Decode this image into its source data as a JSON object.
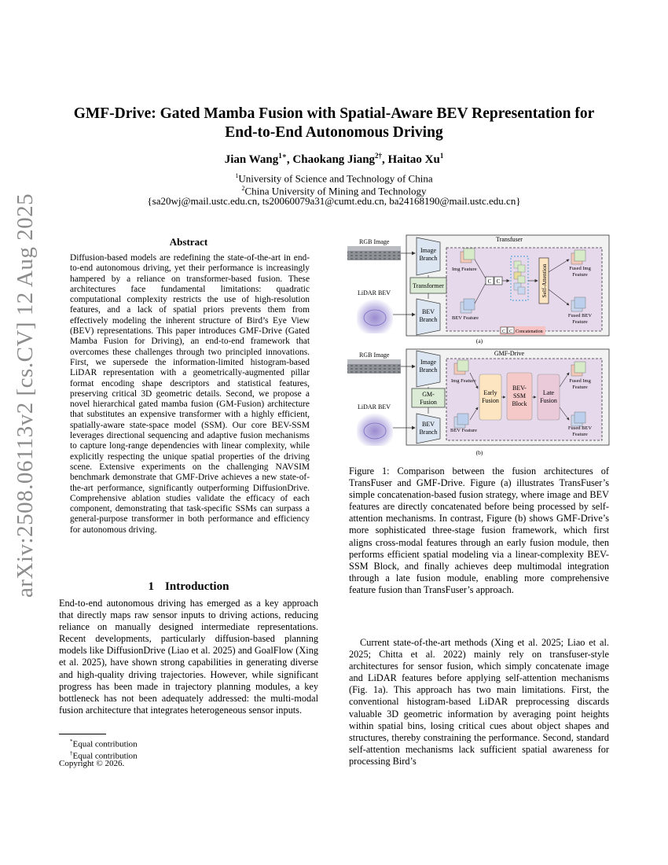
{
  "paper": {
    "title_line1": "GMF-Drive: Gated Mamba Fusion with Spatial-Aware BEV Representation for",
    "title_line2": "End-to-End Autonomous Driving",
    "authors": [
      {
        "name": "Jian Wang",
        "mark": "1∗"
      },
      {
        "name": "Chaokang Jiang",
        "mark": "2†"
      },
      {
        "name": "Haitao Xu",
        "mark": "1"
      }
    ],
    "affiliations": [
      {
        "mark": "1",
        "text": "University of Science and Technology of China"
      },
      {
        "mark": "2",
        "text": "China University of Mining and Technology"
      }
    ],
    "emails": "{sa20wj@mail.ustc.edu.cn, ts20060079a31@cumt.edu.cn, ba24168190@mail.ustc.edu.cn}",
    "arxiv_id": "arXiv:2508.06113v2  [cs.CV]  12 Aug 2025"
  },
  "abstract": {
    "heading": "Abstract",
    "text": "Diffusion-based models are redefining the state-of-the-art in end-to-end autonomous driving, yet their performance is increasingly hampered by a reliance on transformer-based fusion. These architectures face fundamental limitations: quadratic computational complexity restricts the use of high-resolution features, and a lack of spatial priors prevents them from effectively modeling the inherent structure of Bird’s Eye View (BEV) representations. This paper introduces GMF-Drive (Gated Mamba Fusion for Driving), an end-to-end framework that overcomes these challenges through two principled innovations. First, we supersede the information-limited histogram-based LiDAR representation with a geometrically-augmented pillar format encoding shape descriptors and statistical features, preserving critical 3D geometric details. Second, we propose a novel hierarchical gated mamba fusion (GM-Fusion) architecture that substitutes an expensive transformer with a highly efficient, spatially-aware state-space model (SSM). Our core BEV-SSM leverages directional sequencing and adaptive fusion mechanisms to capture long-range dependencies with linear complexity, while explicitly respecting the unique spatial properties of the driving scene. Extensive experiments on the challenging NAVSIM benchmark demonstrate that GMF-Drive achieves a new state-of-the-art performance, significantly outperforming DiffusionDrive. Comprehensive ablation studies validate the efficacy of each component, demonstrating that task-specific SSMs can surpass a general-purpose transformer in both performance and efficiency for autonomous driving."
  },
  "intro": {
    "number": "1",
    "heading": "Introduction",
    "paragraph1": "End-to-end autonomous driving has emerged as a key approach that directly maps raw sensor inputs to driving actions, reducing reliance on manually designed intermediate representations. Recent developments, particularly diffusion-based planning models like DiffusionDrive (Liao et al. 2025) and GoalFlow (Xing et al. 2025), have shown strong capabilities in generating diverse and high-quality driving trajectories. However, while significant progress has been made in trajectory planning modules, a key bottleneck has not been adequately addressed: the multi-modal fusion architecture that integrates heterogeneous sensor inputs.",
    "paragraph2": "Current state-of-the-art methods (Xing et al. 2025; Liao et al. 2025; Chitta et al. 2022) mainly rely on transfuser-style architectures for sensor fusion, which simply concatenate image and LiDAR features before applying self-attention mechanisms (Fig. 1a). This approach has two main limitations. First, the conventional histogram-based LiDAR preprocessing discards valuable 3D geometric information by averaging point heights within spatial bins, losing critical cues about object shapes and structures, thereby constraining the performance. Second, standard self-attention mechanisms lack sufficient spatial awareness for processing Bird’s"
  },
  "footnotes": [
    {
      "mark": "*",
      "text": "Equal contribution"
    },
    {
      "mark": "†",
      "text": "Equal contribution"
    }
  ],
  "copyright": "Copyright © 2026.",
  "figure": {
    "caption": "Figure 1: Comparison between the fusion architectures of TransFuser and GMF-Drive. Figure (a) illustrates TransFuser’s simple concatenation-based fusion strategy, where image and BEV features are directly concatenated before being processed by self-attention mechanisms. In contrast, Figure (b) shows GMF-Drive’s more sophisticated three-stage fusion framework, which first aligns cross-modal features through an early fusion module, then performs efficient spatial modeling via a linear-complexity BEV-SSM Block, and finally achieves deep multimodal integration through a late fusion module, enabling more comprehensive feature fusion than TransFuser’s approach.",
    "panel_a": {
      "title": "Transfuser",
      "rgb_label": "RGB Image",
      "lidar_label": "LiDAR BEV",
      "image_branch": [
        "Image",
        "Branch"
      ],
      "bev_branch": [
        "BEV",
        "Branch"
      ],
      "center_block": "Transformer",
      "img_feature": "Img Feature",
      "bev_feature": "BEV Feature",
      "concat_symbol": "C",
      "self_attention": "Self-Attention",
      "fused_img": [
        "Fused Img",
        "Feature"
      ],
      "fused_bev": [
        "Fused BEV",
        "Feature"
      ],
      "legend": "Concatenation",
      "sublabel": "(a)"
    },
    "panel_b": {
      "title": "GMF-Drive",
      "rgb_label": "RGB Image",
      "lidar_label": "LiDAR BEV",
      "image_branch": [
        "Image",
        "Branch"
      ],
      "bev_branch": [
        "BEV",
        "Branch"
      ],
      "center_block": [
        "GM-",
        "Fusion"
      ],
      "img_feature": "Img Feature",
      "bev_feature": "BEV Feature",
      "early_fusion": [
        "Early",
        "Fusion"
      ],
      "ssm_block": [
        "BEV-",
        "SSM",
        "Block"
      ],
      "late_fusion": [
        "Late",
        "Fusion"
      ],
      "fused_img": [
        "Fused Img",
        "Feature"
      ],
      "fused_bev": [
        "Fused BEV",
        "Feature"
      ],
      "sublabel": "(b)"
    },
    "colors": {
      "panel_bg": "#f2f2f2",
      "inner_bg": "#e7d9ec",
      "branch_fill": "#dbe6f2",
      "center_fill": "#dcebd6",
      "early_fill": "#fde5c2",
      "ssm_fill": "#f6c9c9",
      "late_fill": "#eac9d9",
      "dash_blue": "#3aa0dc",
      "concat_fill": "#f6c2c2"
    }
  }
}
